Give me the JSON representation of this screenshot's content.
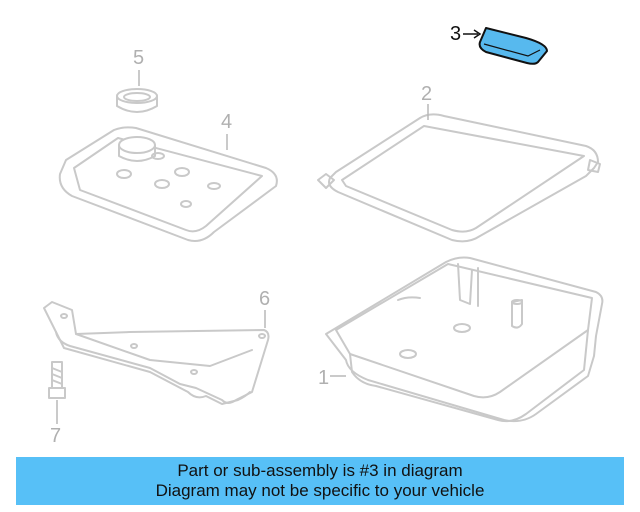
{
  "callouts": {
    "c1": "1",
    "c2": "2",
    "c3": "3",
    "c4": "4",
    "c5": "5",
    "c6": "6",
    "c7": "7"
  },
  "highlight_color": "#57b9ee",
  "banner": {
    "line1": "Part or sub-assembly is #3 in diagram",
    "line2": "Diagram may not be specific to your vehicle",
    "background": "#57c0f7"
  }
}
